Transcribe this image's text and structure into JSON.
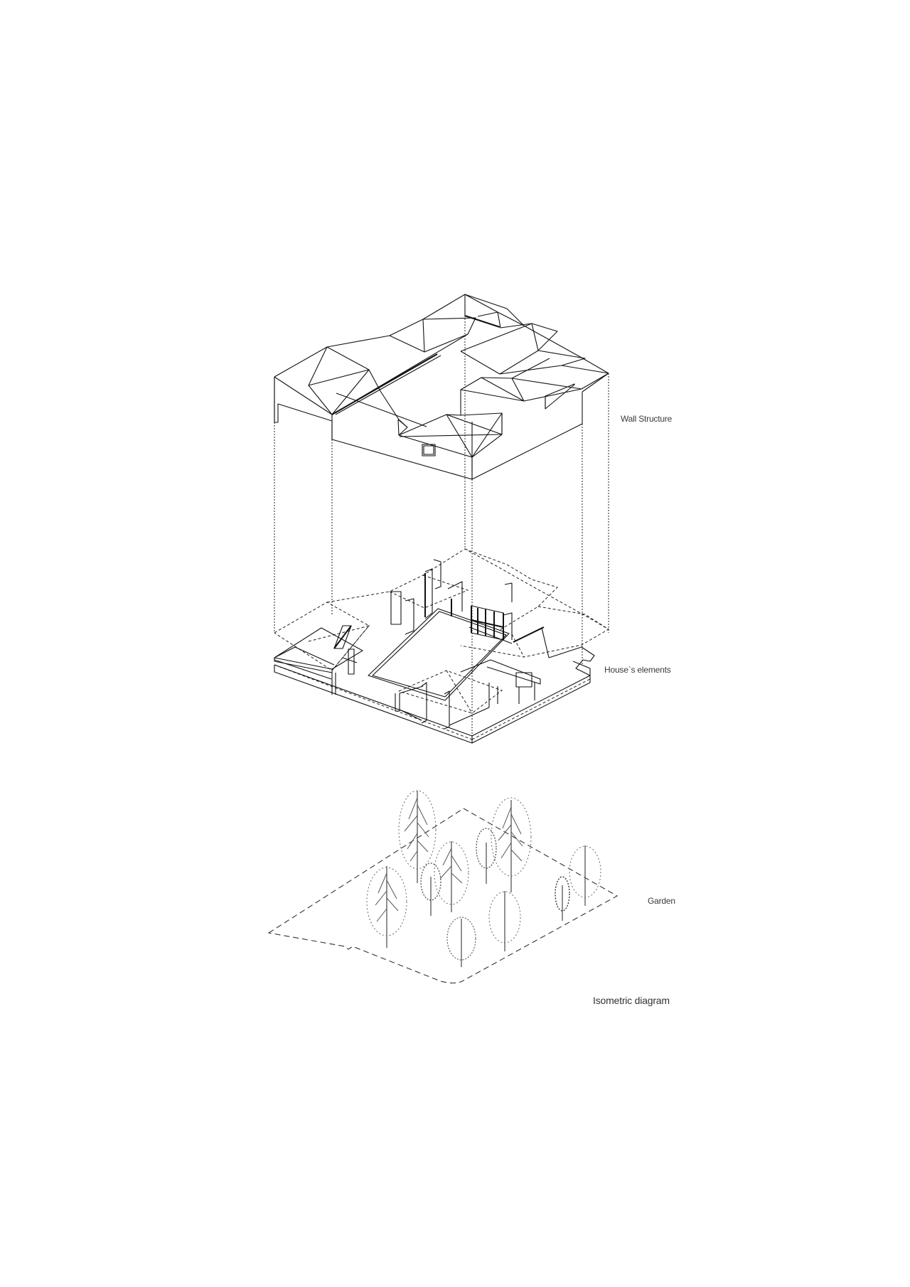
{
  "layers": [
    {
      "id": "wall",
      "label": "Wall Structure"
    },
    {
      "id": "house",
      "label": "House`s elements"
    },
    {
      "id": "garden",
      "label": "Garden"
    }
  ],
  "caption": "Isometric diagram",
  "colors": {
    "background": "#ffffff",
    "line": "#111111",
    "text": "#333333"
  }
}
